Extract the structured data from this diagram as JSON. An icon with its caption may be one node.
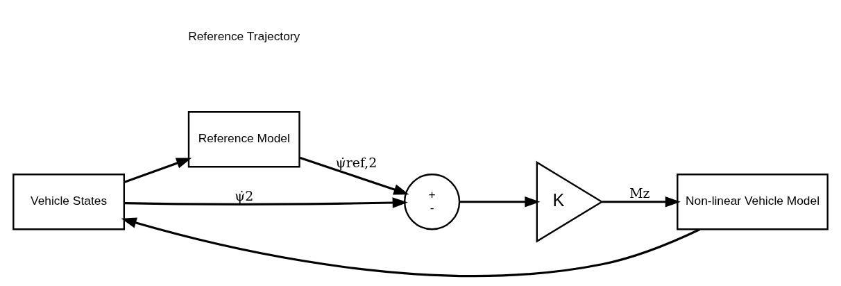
{
  "diagram": {
    "nodes": [
      {
        "text": [
          "Vehicle States"
        ]
      },
      {
        "text": [
          "Reference Model"
        ]
      },
      {
        "text": [
          "+",
          "-"
        ]
      },
      {
        "text": [
          "K"
        ]
      },
      {
        "text": [
          "Non-linear Vehicle Model"
        ]
      }
    ],
    "edges": [
      {
        "from": 0,
        "to": 1,
        "arrow": "to"
      },
      {
        "from": 1,
        "to": 2,
        "arrow": "to",
        "label": "ψ̇ref,2"
      },
      {
        "from": 0,
        "to": 2,
        "arrow": "to",
        "label": "ψ̇2"
      },
      {
        "from": 2,
        "to": 3,
        "arrow": "to"
      },
      {
        "from": 3,
        "to": 4,
        "arrow": "to",
        "label": "Mz"
      },
      {
        "from": 4,
        "to": 0,
        "arrow": "to"
      }
    ],
    "labels": [
      "Reference Trajectory"
    ]
  }
}
